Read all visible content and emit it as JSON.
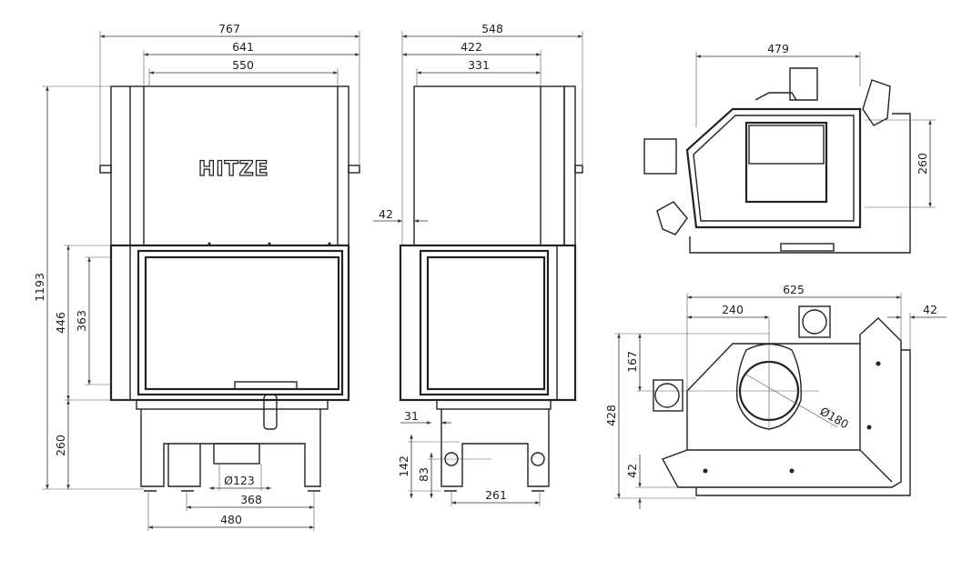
{
  "brand": {
    "logo_text": "HITZE"
  },
  "front_view": {
    "width_overall": "767",
    "width_body": "641",
    "width_inner": "550",
    "height_total": "1193",
    "door_height": "446",
    "glass_height": "363",
    "base_height": "260",
    "flue_diameter": "Ø123",
    "leg_spacing_inner": "368",
    "leg_spacing_outer": "480"
  },
  "side_view": {
    "width_overall": "548",
    "width_body": "422",
    "width_inner": "331",
    "offset": "42",
    "offset_small": "31",
    "leg_height": "142",
    "leg_hole_height": "83",
    "leg_spacing": "261"
  },
  "top_view": {
    "width": "479",
    "depth": "260"
  },
  "plan_view": {
    "width_overall": "625",
    "flue_offset_x": "240",
    "offset_right": "42",
    "depth_overall": "428",
    "flue_offset_y": "167",
    "offset_bottom": "42",
    "flue_diameter": "Ø180"
  }
}
